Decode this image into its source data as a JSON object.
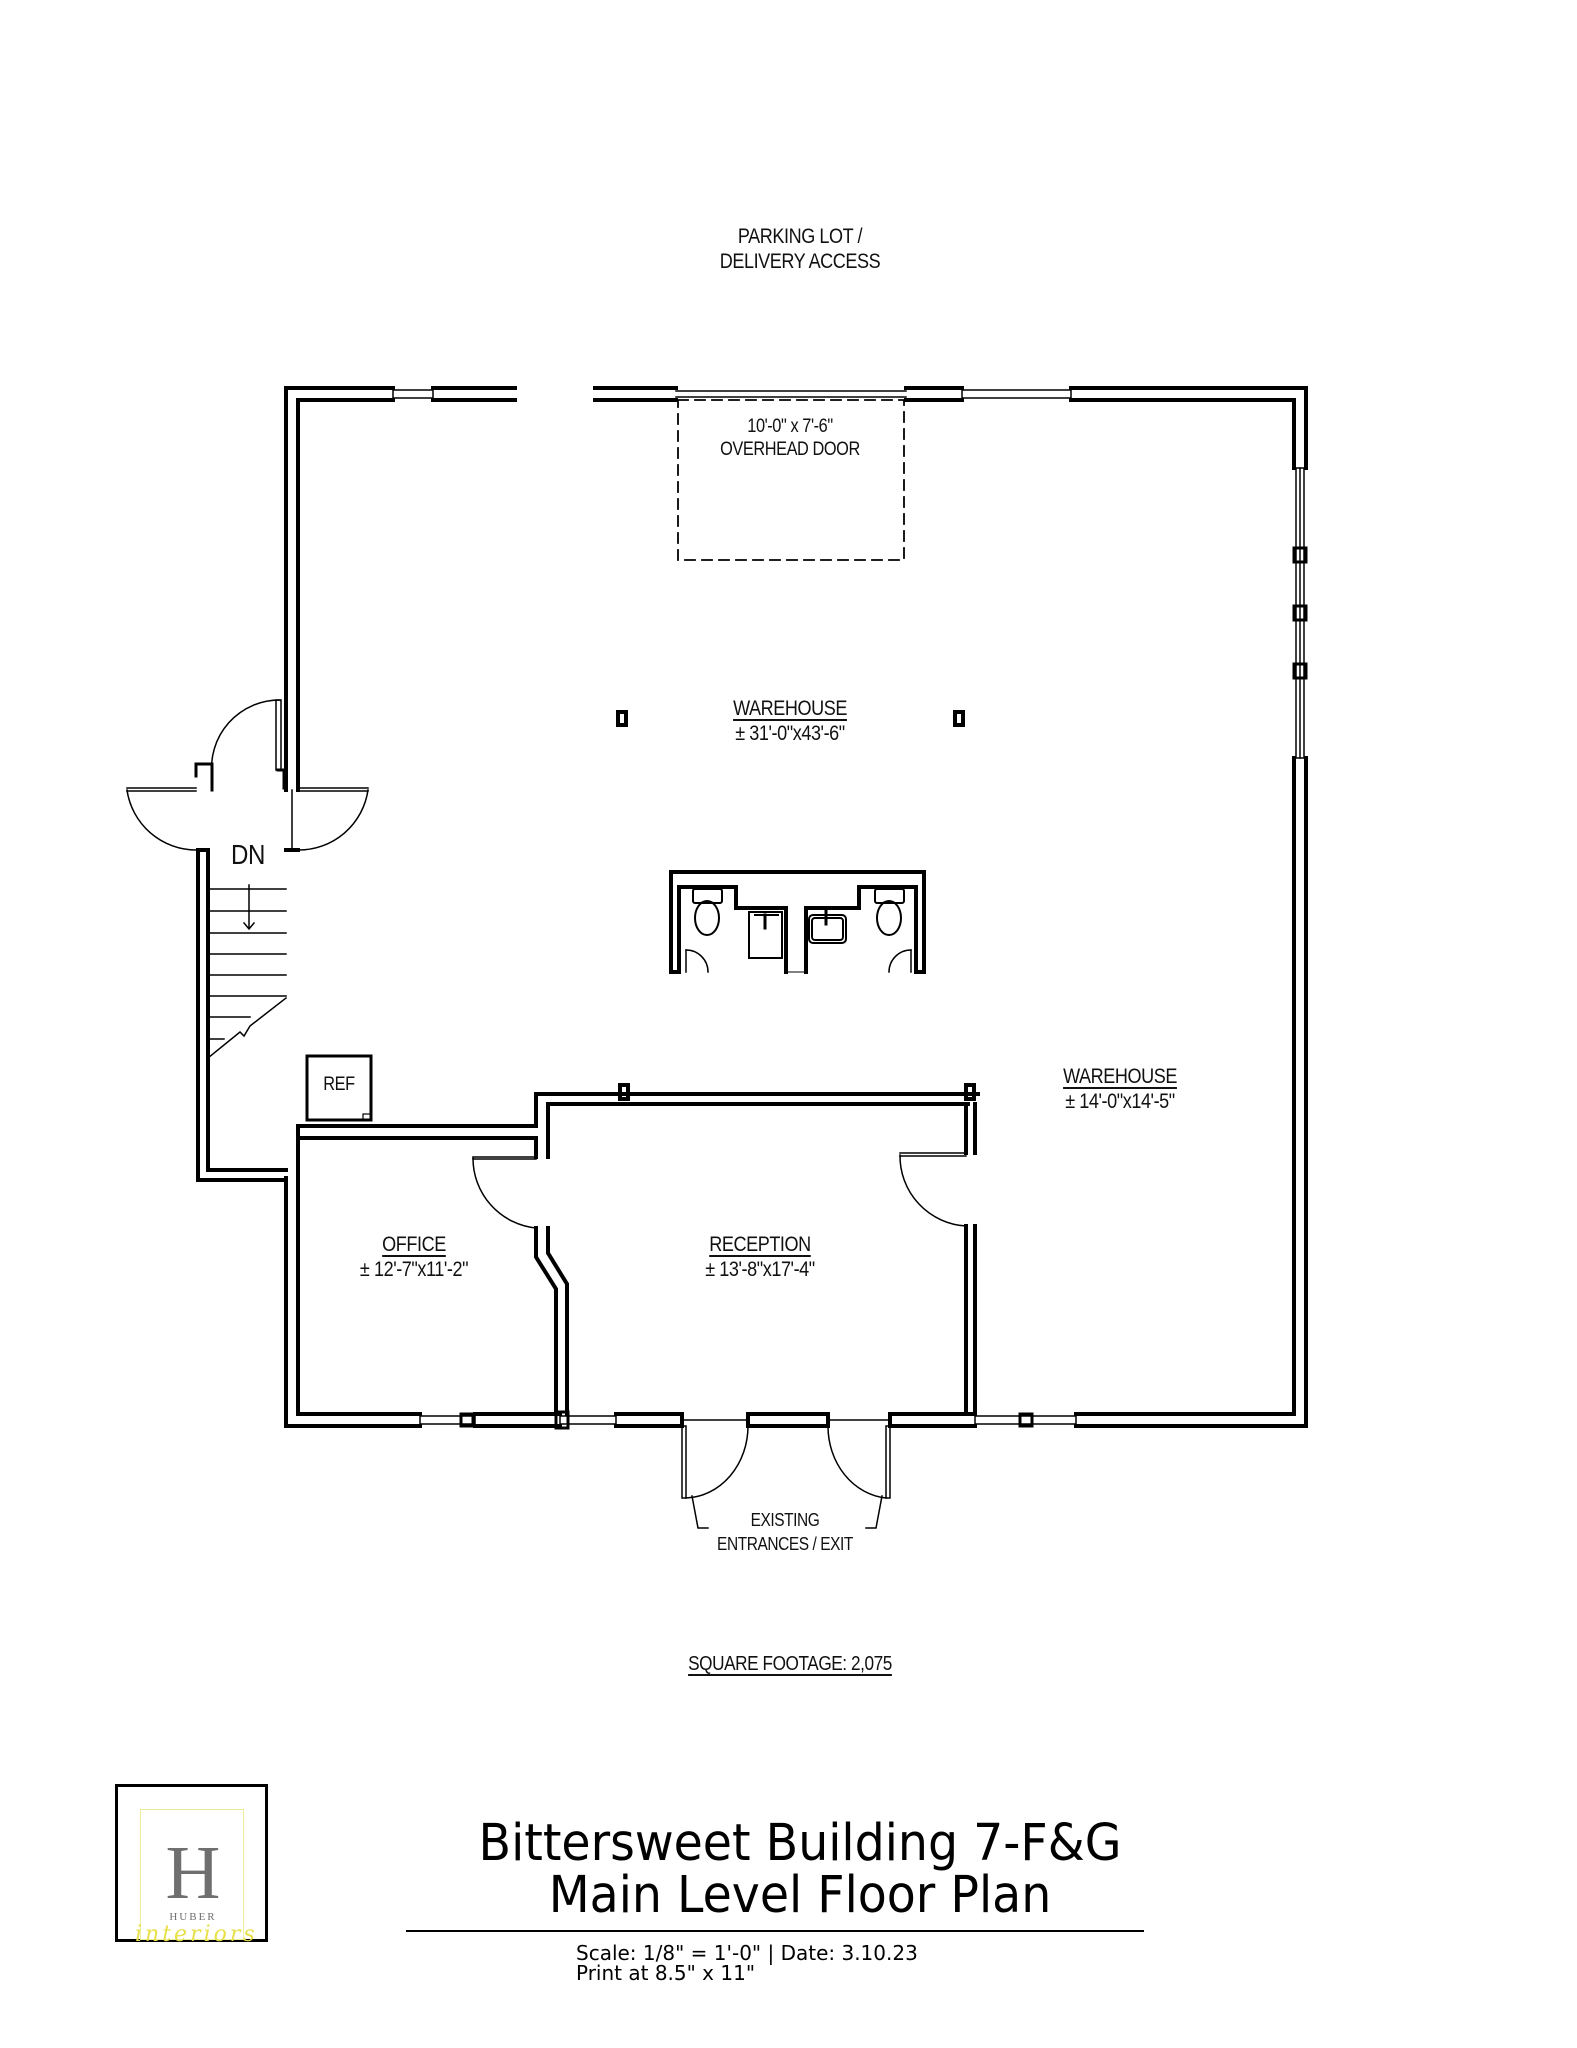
{
  "site": {
    "parking_line1": "PARKING LOT /",
    "parking_line2": "DELIVERY ACCESS"
  },
  "overhead_door": {
    "size": "10'-0\" x 7'-6\"",
    "label": "OVERHEAD DOOR"
  },
  "rooms": {
    "warehouse_main": {
      "name": "WAREHOUSE",
      "dims": "± 31'-0\"x43'-6\""
    },
    "warehouse_side": {
      "name": "WAREHOUSE",
      "dims": "± 14'-0\"x14'-5\""
    },
    "office": {
      "name": "OFFICE",
      "dims": "± 12'-7\"x11'-2\""
    },
    "reception": {
      "name": "RECEPTION",
      "dims": "± 13'-8\"x17'-4\""
    }
  },
  "stair": {
    "label": "DN"
  },
  "appliance": {
    "label": "REF"
  },
  "entrances": {
    "line1": "EXISTING",
    "line2": "ENTRANCES / EXIT"
  },
  "square_footage": "SQUARE FOOTAGE: 2,075",
  "title_block": {
    "title_line1": "Bittersweet Building 7-F&G",
    "title_line2": "Main Level Floor Plan",
    "scale_date": "Scale: 1/8\" = 1'-0\" | Date: 3.10.23",
    "print": "Print at 8.5\" x 11\""
  },
  "logo": {
    "monogram": "H",
    "brand": "HUBER",
    "tagline": "interiors",
    "accent_color": "#e8e04a",
    "gray_color": "#6f6f6f"
  }
}
